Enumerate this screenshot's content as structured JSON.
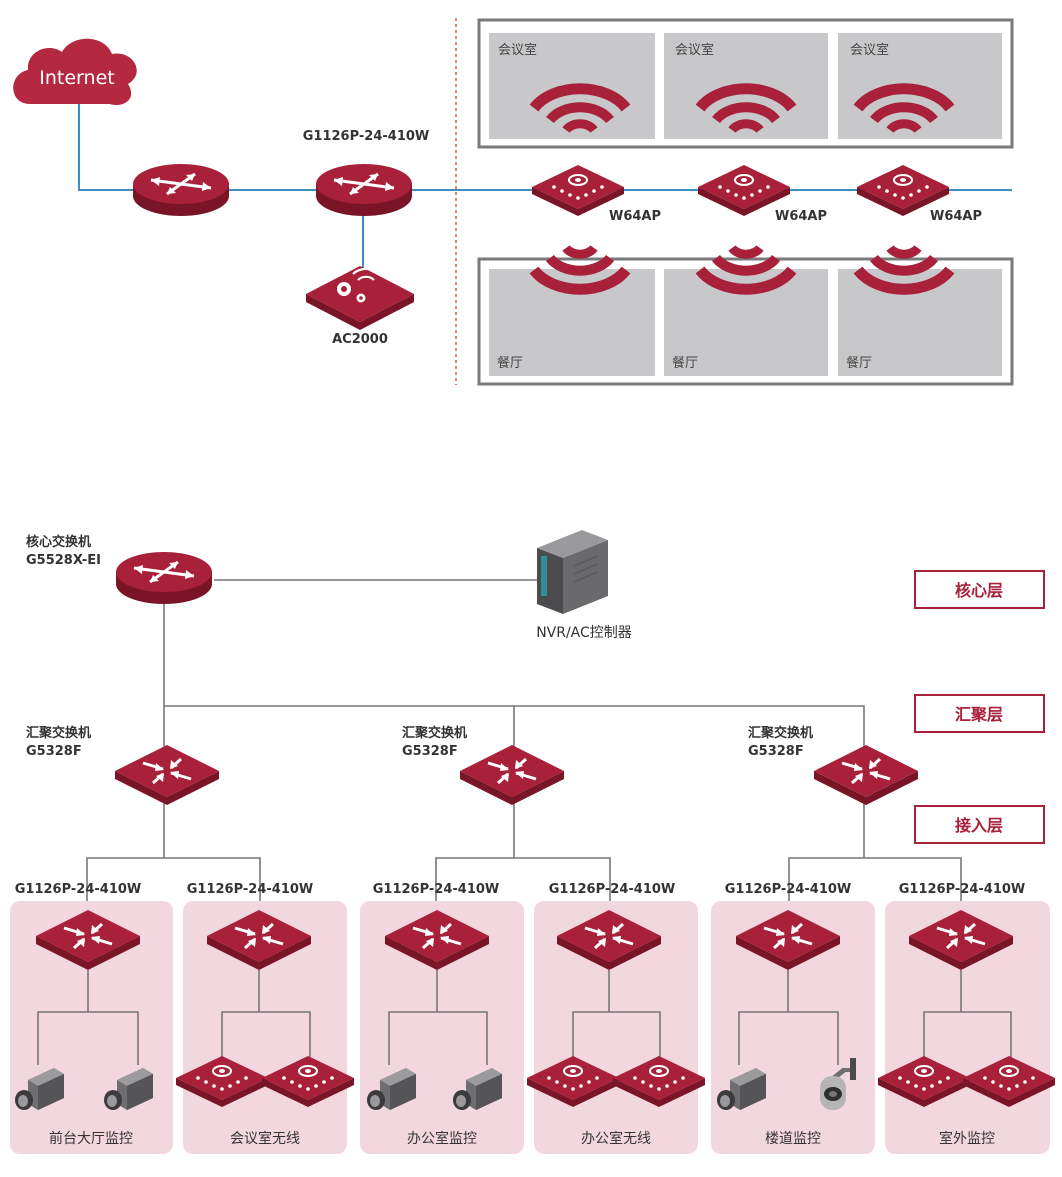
{
  "top": {
    "internet": "Internet",
    "switch_model": "G1126P-24-410W",
    "ac_model": "AC2000",
    "ap_model": "W64AP",
    "meeting_rooms": [
      "会议室",
      "会议室",
      "会议室"
    ],
    "restaurants": [
      "餐厅",
      "餐厅",
      "餐厅"
    ]
  },
  "bottom": {
    "core": {
      "label": "核心交换机",
      "model": "G5528X-EI"
    },
    "nvr": "NVR/AC控制器",
    "layers": [
      "核心层",
      "汇聚层",
      "接入层"
    ],
    "aggregation": [
      {
        "label": "汇聚交换机",
        "model": "G5328F"
      },
      {
        "label": "汇聚交换机",
        "model": "G5328F"
      },
      {
        "label": "汇聚交换机",
        "model": "G5328F"
      }
    ],
    "access": [
      {
        "model": "G1126P-24-410W",
        "zone": "前台大厅监控",
        "device": "camera"
      },
      {
        "model": "G1126P-24-410W",
        "zone": "会议室无线",
        "device": "ap"
      },
      {
        "model": "G1126P-24-410W",
        "zone": "办公室监控",
        "device": "camera"
      },
      {
        "model": "G1126P-24-410W",
        "zone": "办公室无线",
        "device": "ap"
      },
      {
        "model": "G1126P-24-410W",
        "zone": "楼道监控",
        "device": "mixed"
      },
      {
        "model": "G1126P-24-410W",
        "zone": "室外监控",
        "device": "ap"
      }
    ]
  },
  "colors": {
    "brand": "#a8203a",
    "brand_dark": "#7a1528",
    "zone_bg": "#f3d7df",
    "room_bg": "#c8c8ca",
    "link_blue": "#3e8ebf",
    "line_gray": "#777777"
  }
}
